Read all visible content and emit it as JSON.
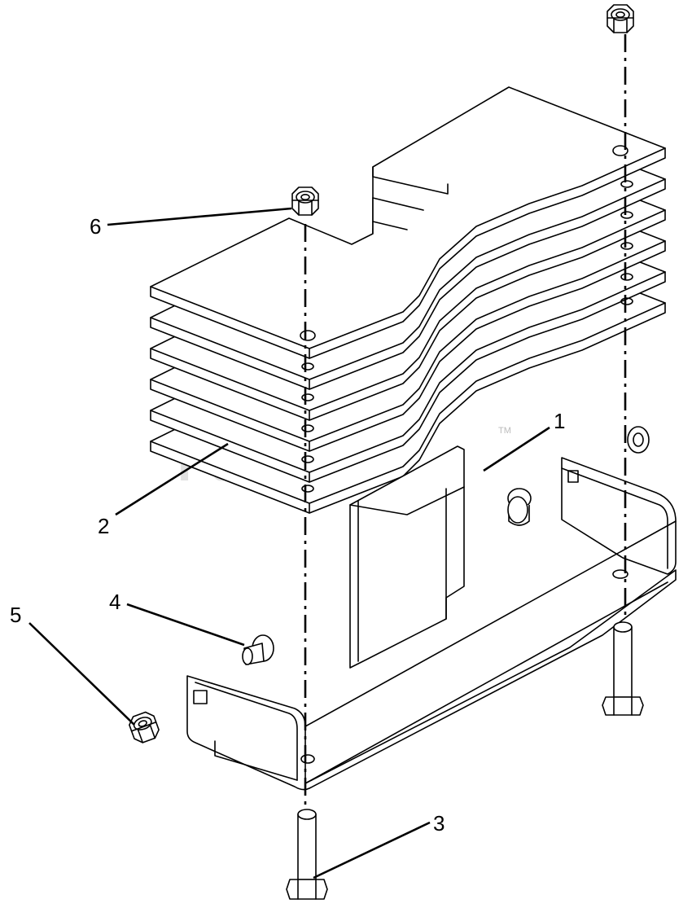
{
  "watermark": {
    "text": "PartsTree",
    "trademark": "TM"
  },
  "callouts": [
    {
      "id": "1",
      "label": "1"
    },
    {
      "id": "2",
      "label": "2"
    },
    {
      "id": "3",
      "label": "3"
    },
    {
      "id": "4",
      "label": "4"
    },
    {
      "id": "5",
      "label": "5"
    },
    {
      "id": "6",
      "label": "6"
    }
  ],
  "colors": {
    "line": "#000000",
    "background": "#ffffff",
    "watermark": "#c8c8c8"
  }
}
